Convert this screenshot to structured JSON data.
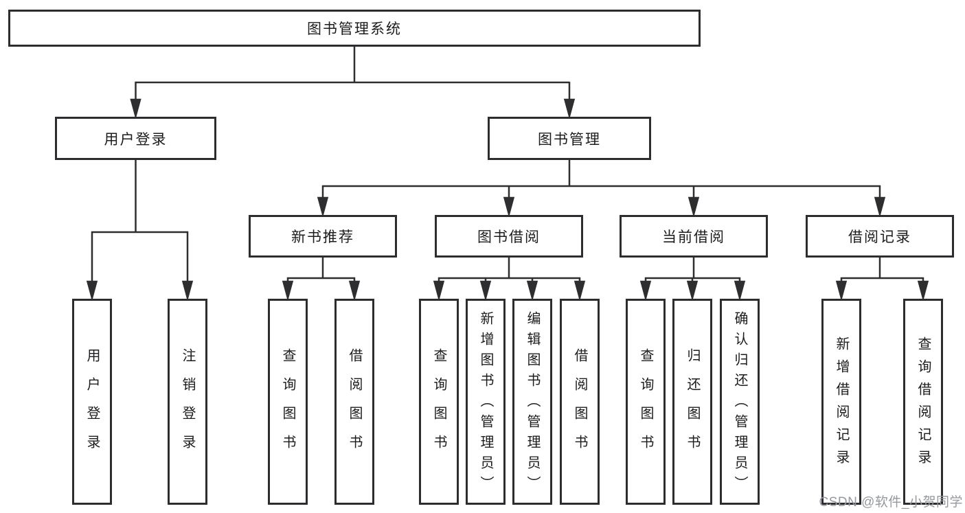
{
  "diagram_type": "hierarchy-tree",
  "colors": {
    "line": "#2e2e30",
    "box_border": "#2d2d2f",
    "text": "#1c1c1e",
    "background": "#ffffff",
    "watermark": "#95989d"
  },
  "tree": {
    "label": "图书管理系统",
    "children": [
      {
        "label": "用户登录",
        "children": [
          {
            "label": "用户登录"
          },
          {
            "label": "注销登录"
          }
        ]
      },
      {
        "label": "图书管理",
        "children": [
          {
            "label": "新书推荐",
            "children": [
              {
                "label": "查询图书"
              },
              {
                "label": "借阅图书"
              }
            ]
          },
          {
            "label": "图书借阅",
            "children": [
              {
                "label": "查询图书"
              },
              {
                "label": "新增图书（管理员）"
              },
              {
                "label": "编辑图书（管理员）"
              },
              {
                "label": "借阅图书"
              }
            ]
          },
          {
            "label": "当前借阅",
            "children": [
              {
                "label": "查询图书"
              },
              {
                "label": "归还图书"
              },
              {
                "label": "确认归还（管理员）"
              }
            ]
          },
          {
            "label": "借阅记录",
            "children": [
              {
                "label": "新增借阅记录"
              },
              {
                "label": "查询借阅记录"
              }
            ]
          }
        ]
      }
    ]
  },
  "watermark": {
    "text": "CSDN @软件_小贺同学"
  }
}
